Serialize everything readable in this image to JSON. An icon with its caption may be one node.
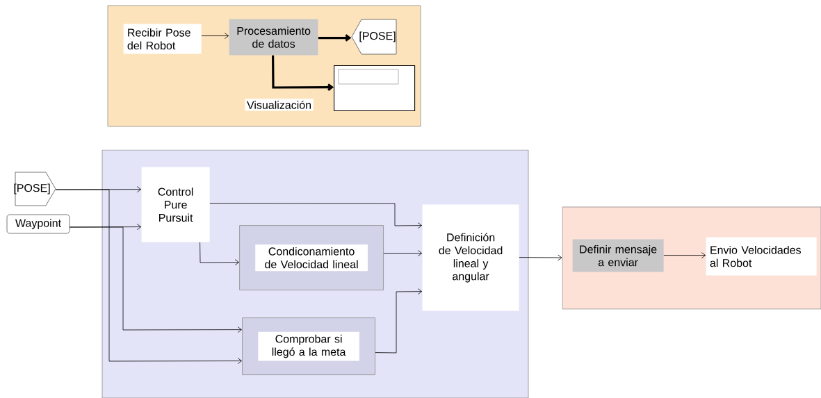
{
  "diagram": {
    "nodes": [
      {
        "text": [],
        "shape": "box"
      },
      {
        "text": [
          "Recibir Pose del Robot"
        ],
        "in": 0
      },
      {
        "text": [
          "Procesamiento de datos"
        ],
        "in": 0
      },
      {
        "text": [
          "[POSE]"
        ],
        "in": 0
      },
      {
        "text": [],
        "shape": "box",
        "in": 0,
        "beside": [
          "Visualización"
        ]
      },
      {
        "text": [],
        "shape": "box"
      },
      {
        "text": [
          "[POSE]"
        ]
      },
      {
        "text": [
          "Waypoint"
        ]
      },
      {
        "text": [
          "Control Pure Pursuit"
        ],
        "in": 5
      },
      {
        "text": [
          "Condiconamiento de Velocidad lineal"
        ],
        "in": 5
      },
      {
        "text": [
          "Comprobar si llegó a la meta"
        ],
        "in": 5
      },
      {
        "text": [
          "Definición de Velocidad lineal y angular"
        ],
        "in": 5
      },
      {
        "text": [],
        "shape": "box"
      },
      {
        "text": [
          "Definir mensaje a enviar"
        ],
        "in": 12
      },
      {
        "text": [
          "Envio Velocidades al Robot"
        ],
        "in": 12
      }
    ],
    "edges": [
      {
        "from": 1,
        "to": 2,
        "arrow": "to"
      },
      {
        "from": 2,
        "to": 3,
        "arrow": "to",
        "style": "thick"
      },
      {
        "from": 2,
        "to": 4,
        "arrow": "to",
        "style": "thick"
      },
      {
        "from": 6,
        "to": 8,
        "arrow": "to"
      },
      {
        "from": 7,
        "to": 8,
        "arrow": "to"
      },
      {
        "from": 8,
        "to": 11,
        "arrow": "to"
      },
      {
        "from": 8,
        "to": 9,
        "arrow": "to"
      },
      {
        "from": 9,
        "to": 11,
        "arrow": "to"
      },
      {
        "from": 10,
        "to": 11,
        "arrow": "to"
      },
      {
        "from": 6,
        "to": 10,
        "arrow": "to"
      },
      {
        "from": 7,
        "to": 10,
        "arrow": "to"
      },
      {
        "from": 11,
        "to": 12,
        "arrow": "to"
      },
      {
        "from": 13,
        "to": 14,
        "arrow": "to"
      }
    ]
  }
}
